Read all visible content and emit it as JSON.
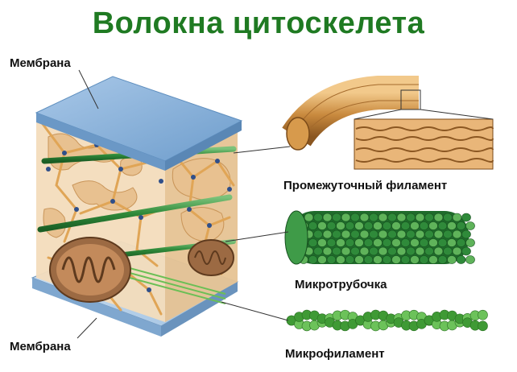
{
  "title": "Волокна цитоскелета",
  "labels": {
    "membrane_top": "Мембрана",
    "membrane_bottom": "Мембрана",
    "intermediate_filament": "Промежуточный филамент",
    "microtubule": "Микротрубочка",
    "microfilament": "Микрофиламент"
  },
  "colors": {
    "title": "#1f7a22",
    "membrane": "#8fb6dd",
    "cytosol": "#e9c9a0",
    "mitochondrion": "#9c6a43",
    "intermediate_filament": "#c98a3e",
    "microtubule": "#2f8a3a",
    "microfilament": "#4ea83c",
    "leader_line": "#333333"
  }
}
